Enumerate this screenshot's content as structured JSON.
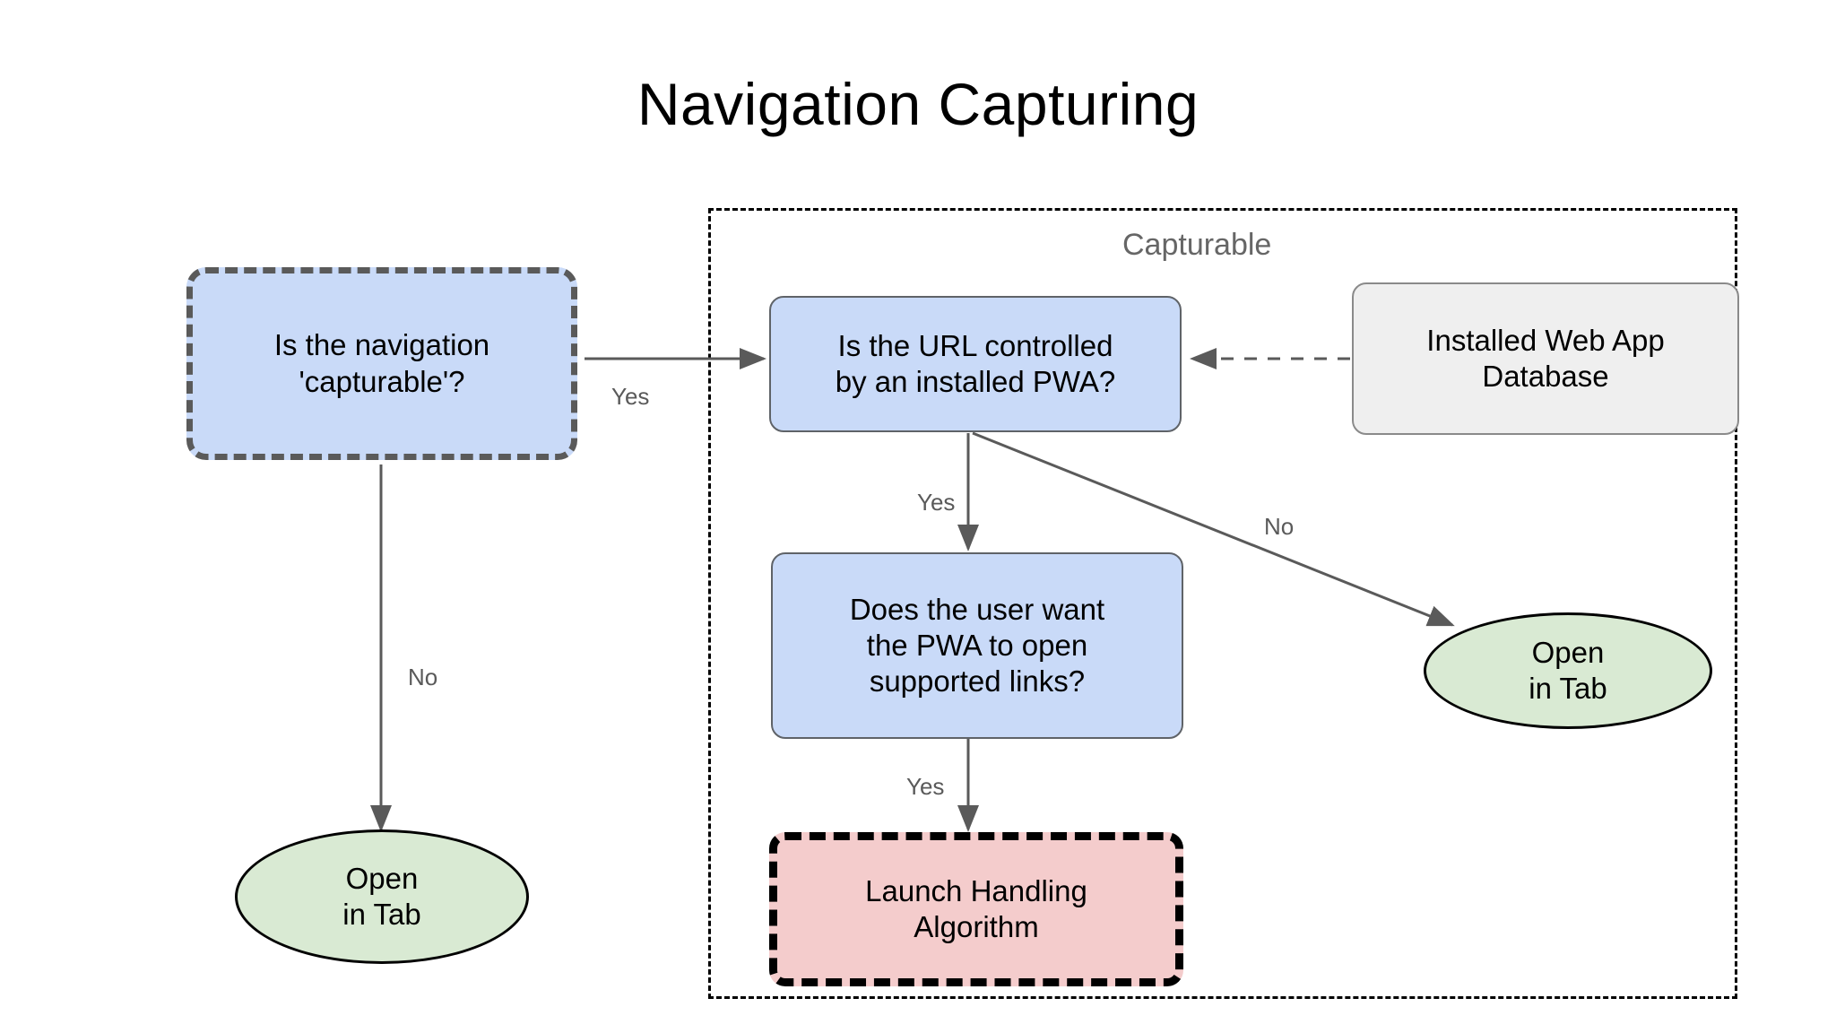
{
  "diagram": {
    "title": "Navigation Capturing",
    "group": {
      "label": "Capturable"
    },
    "nodes": {
      "is_capturable": {
        "text": "Is the navigation\n'capturable'?",
        "line1": "Is the navigation",
        "line2": "'capturable'?",
        "shape": "rounded-rect",
        "fill": "#c9daf8",
        "stroke": "#5a5a5a",
        "stroke_style": "dashed"
      },
      "url_controlled": {
        "line1": "Is the URL controlled",
        "line2": "by an installed PWA?",
        "shape": "rounded-rect",
        "fill": "#c9daf8",
        "stroke": "#5f6368",
        "stroke_style": "solid"
      },
      "installed_db": {
        "line1": "Installed Web App",
        "line2": "Database",
        "shape": "rounded-rect",
        "fill": "#efefef",
        "stroke": "#8a8a8a",
        "stroke_style": "solid"
      },
      "user_want": {
        "line1": "Does the user want",
        "line2": "the PWA to open",
        "line3": "supported links?",
        "shape": "rounded-rect",
        "fill": "#c9daf8",
        "stroke": "#5f6368",
        "stroke_style": "solid"
      },
      "launch_handling": {
        "line1": "Launch Handling",
        "line2": "Algorithm",
        "shape": "rounded-rect",
        "fill": "#f4cccc",
        "stroke": "#000000",
        "stroke_style": "dashed"
      },
      "open_in_tab_left": {
        "line1": "Open",
        "line2": "in Tab",
        "shape": "ellipse",
        "fill": "#d9ead3",
        "stroke": "#000000"
      },
      "open_in_tab_right": {
        "line1": "Open",
        "line2": "in Tab",
        "shape": "ellipse",
        "fill": "#d9ead3",
        "stroke": "#000000"
      }
    },
    "edges": [
      {
        "id": "capturable-yes",
        "from": "is_capturable",
        "to": "url_controlled",
        "label": "Yes",
        "style": "solid"
      },
      {
        "id": "capturable-no",
        "from": "is_capturable",
        "to": "open_in_tab_left",
        "label": "No",
        "style": "solid"
      },
      {
        "id": "db-feeds-url",
        "from": "installed_db",
        "to": "url_controlled",
        "label": "",
        "style": "dashed"
      },
      {
        "id": "url-yes",
        "from": "url_controlled",
        "to": "user_want",
        "label": "Yes",
        "style": "solid"
      },
      {
        "id": "url-no",
        "from": "url_controlled",
        "to": "open_in_tab_right",
        "label": "No",
        "style": "solid"
      },
      {
        "id": "want-yes",
        "from": "user_want",
        "to": "launch_handling",
        "label": "Yes",
        "style": "solid"
      }
    ]
  }
}
